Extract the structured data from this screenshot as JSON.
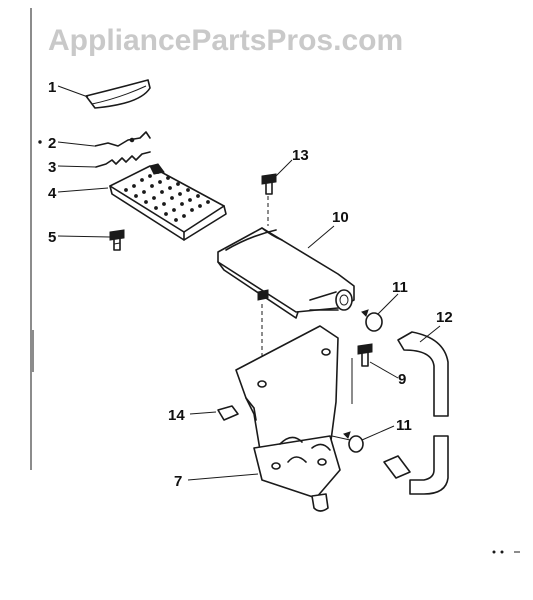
{
  "watermark": "AppliancePartsPros.com",
  "callouts": {
    "c1": "1",
    "c2": "2",
    "c3": "3",
    "c4": "4",
    "c5": "5",
    "c7": "7",
    "c9": "9",
    "c10": "10",
    "c11a": "11",
    "c11b": "11",
    "c12": "12",
    "c13": "13",
    "c14": "14"
  },
  "colors": {
    "ink": "#1a1a1a",
    "watermark": "#c9c9c9",
    "background": "#ffffff"
  }
}
